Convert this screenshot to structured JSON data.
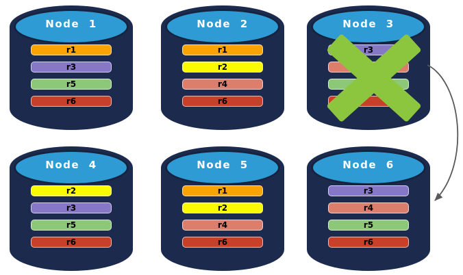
{
  "palette": {
    "canvas_bg": "#ffffff",
    "cylinder_body": "#1C2B4D",
    "cylinder_border": "#16233F",
    "cylinder_top": "#2E9BD4",
    "title_text": "#ffffff",
    "bar_text": "#000000",
    "fail_x": "#8CC63F",
    "arrow": "#595959"
  },
  "nodes": [
    {
      "title": "Node 1",
      "replicas": [
        {
          "label": "r1",
          "color": "#F9A402"
        },
        {
          "label": "r3",
          "color": "#8678C6"
        },
        {
          "label": "r5",
          "color": "#8DC878"
        },
        {
          "label": "r6",
          "color": "#C6402A"
        }
      ]
    },
    {
      "title": "Node 2",
      "replicas": [
        {
          "label": "r1",
          "color": "#F9A402"
        },
        {
          "label": "r2",
          "color": "#FBFB00"
        },
        {
          "label": "r4",
          "color": "#DC7E6C"
        },
        {
          "label": "r6",
          "color": "#C6402A"
        }
      ]
    },
    {
      "title": "Node 3",
      "replicas": [
        {
          "label": "r3",
          "color": "#8678C6"
        },
        {
          "label": "",
          "color": "#DC7E6C"
        },
        {
          "label": "",
          "color": "#8DC878"
        },
        {
          "label": "",
          "color": "#C6402A"
        }
      ]
    },
    {
      "title": "Node 4",
      "replicas": [
        {
          "label": "r2",
          "color": "#FBFB00"
        },
        {
          "label": "r3",
          "color": "#8678C6"
        },
        {
          "label": "r5",
          "color": "#8DC878"
        },
        {
          "label": "r6",
          "color": "#C6402A"
        }
      ]
    },
    {
      "title": "Node 5",
      "replicas": [
        {
          "label": "r1",
          "color": "#F9A402"
        },
        {
          "label": "r2",
          "color": "#FBFB00"
        },
        {
          "label": "r4",
          "color": "#DC7E6C"
        },
        {
          "label": "r6",
          "color": "#C6402A"
        }
      ]
    },
    {
      "title": "Node 6",
      "replicas": [
        {
          "label": "r3",
          "color": "#8678C6"
        },
        {
          "label": "r4",
          "color": "#DC7E6C"
        },
        {
          "label": "r5",
          "color": "#8DC878"
        },
        {
          "label": "r6",
          "color": "#C6402A"
        }
      ]
    }
  ],
  "failure": {
    "failed_node": "Node 3",
    "mark": "green-x"
  },
  "arrow": {
    "from": "Node 3",
    "to": "Node 6"
  }
}
